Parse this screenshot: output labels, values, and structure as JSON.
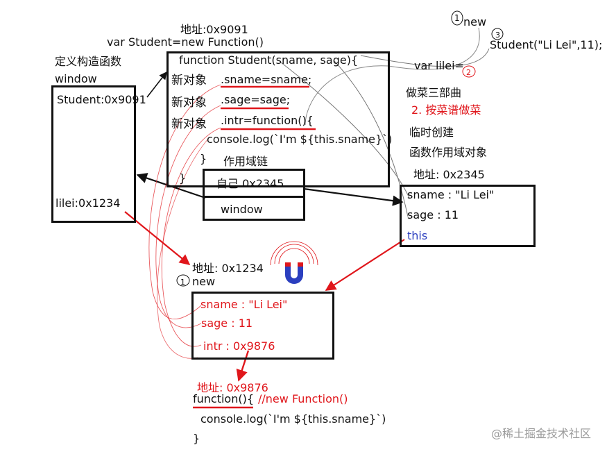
{
  "texts": {
    "addr_9091": "地址:0x9091",
    "var_student": "var Student=new Function()",
    "define_ctor": "定义构造函数",
    "window_label": "window",
    "student_ref": "Student:0x9091",
    "lilei_ref": "lilei:0x1234",
    "func_header": "function Student(sname, sage){",
    "new_obj_1": "新对象",
    "assign_sname": ".sname=sname;",
    "new_obj_2": "新对象",
    "assign_sage": ".sage=sage;",
    "new_obj_3": "新对象",
    "assign_intr": ".intr=function(){",
    "console_inner": "console.log(`I'm ${this.sname}`)",
    "inner_close": "}",
    "outer_close": "}",
    "scope_chain": "作用域链",
    "scope_self": "自己 0x2345",
    "scope_window": "window",
    "step_1_num": "1",
    "step_new": "new",
    "step_3_num": "3",
    "call_student": "Student(\"Li Lei\",11);",
    "var_lilei": "var lilei=",
    "step_2_num": "2",
    "three_parts": "做菜三部曲",
    "step2_text": "2. 按菜谱做菜",
    "temp_create": "临时创建",
    "func_scope_obj": "函数作用域对象",
    "addr_2345": "地址: 0x2345",
    "scope_sname": "sname : \"Li Lei\"",
    "scope_sage": "sage :  11",
    "scope_this": "this",
    "addr_1234": "地址: 0x1234",
    "obj_1_num": "1",
    "obj_new": "new",
    "obj_sname": "sname : \"Li Lei\"",
    "obj_sage": "sage : 11",
    "obj_intr": "intr : 0x9876",
    "addr_9876": "地址: 0x9876",
    "func_9876": "function(){",
    "func_comment": "//new Function()",
    "console_9876": "console.log(`I'm ${this.sname}`)",
    "close_9876": "}",
    "watermark": "@稀土掘金技术社区"
  },
  "colors": {
    "red": "#e0161b",
    "blue": "#2b3fbf",
    "black": "#111111",
    "magnet_red": "#e0161b",
    "magnet_blue": "#2b3fbf"
  }
}
